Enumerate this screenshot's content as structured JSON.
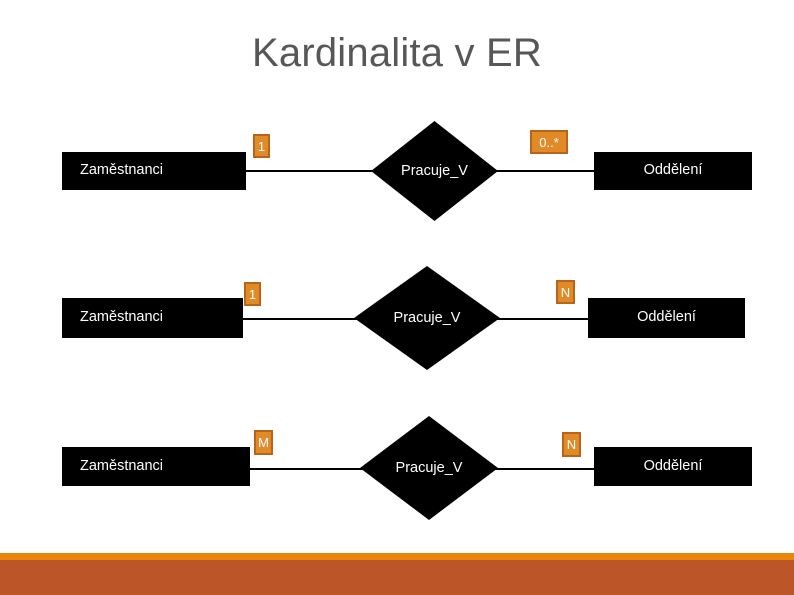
{
  "slide": {
    "title": "Kardinalita v ER",
    "background_color": "#ffffff",
    "title_color": "#575757"
  },
  "palette": {
    "entity_fill": "#000000",
    "entity_text": "#ffffff",
    "relationship_fill": "#000000",
    "relationship_text": "#ffffff",
    "badge_fill": "#E18B28",
    "badge_border": "#B8651A",
    "badge_text": "#ffffff",
    "footer_thin": "#E8860D",
    "footer_thick": "#BC5629",
    "connector": "#000000"
  },
  "rows": [
    {
      "left_entity": "Zaměstnanci",
      "relationship": "Pracuje_V",
      "right_entity": "Oddělení",
      "left_cardinality": "1",
      "right_cardinality": "0..*"
    },
    {
      "left_entity": "Zaměstnanci",
      "relationship": "Pracuje_V",
      "right_entity": "Oddělení",
      "left_cardinality": "1",
      "right_cardinality": "N"
    },
    {
      "left_entity": "Zaměstnanci",
      "relationship": "Pracuje_V",
      "right_entity": "Oddělení",
      "left_cardinality": "M",
      "right_cardinality": "N"
    }
  ],
  "footer": {
    "thin_stripe": "",
    "thick_stripe": ""
  }
}
